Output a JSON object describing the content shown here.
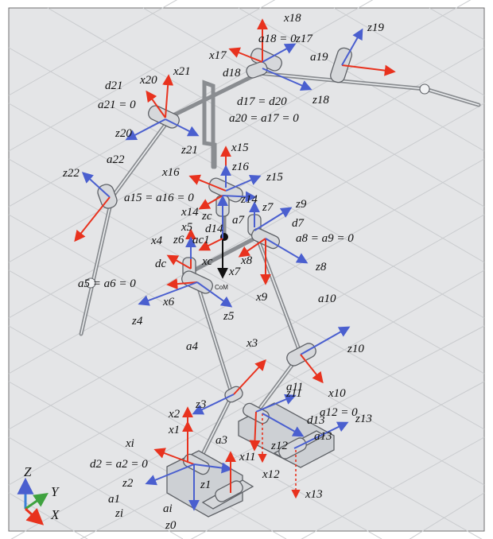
{
  "figure": {
    "labels": {
      "x18": "x18",
      "a18_eq": "a18 = 0",
      "z17": "z17",
      "z19": "z19",
      "x17": "x17",
      "a19": "a19",
      "d18": "d18",
      "z18": "z18",
      "d21": "d21",
      "x20": "x20",
      "x21": "x21",
      "a21_eq": "a21 = 0",
      "d17_eq": "d17 = d20",
      "a20_eq": "a20 = a17 = 0",
      "z20": "z20",
      "z21": "z21",
      "a22": "a22",
      "x15": "x15",
      "z16": "z16",
      "z22": "z22",
      "x16": "x16",
      "z15": "z15",
      "a15_eq": "a15 = a16 = 0",
      "z14": "z14",
      "z7": "z7",
      "z9": "z9",
      "x14": "x14",
      "zc": "zc",
      "a7": "a7",
      "d7": "d7",
      "x5": "x5",
      "d14": "d14",
      "z6": "z6",
      "ac1": "ac1",
      "a8_eq": "a8 = a9 = 0",
      "x4": "x4",
      "x8": "x8",
      "dc": "dc",
      "xc": "xc",
      "x7": "x7",
      "z8": "z8",
      "com": "CoM",
      "a5_eq": "a5 = a6 = 0",
      "x9": "x9",
      "a10": "a10",
      "x6": "x6",
      "z5": "z5",
      "z4": "z4",
      "a4": "a4",
      "x3": "x3",
      "z10": "z10",
      "a11": "a11",
      "z11": "z11",
      "x10": "x10",
      "z3": "z3",
      "x2": "x2",
      "d13": "d13",
      "a12_eq": "a12 = 0",
      "z13": "z13",
      "x1": "x1",
      "a13": "a13",
      "a3": "a3",
      "z12": "z12",
      "xi": "xi",
      "x11": "x11",
      "d2_eq": "d2 = a2 = 0",
      "x12": "x12",
      "z2": "z2",
      "z1": "z1",
      "a1": "a1",
      "x13": "x13",
      "zi": "zi",
      "ai": "ai",
      "z0": "z0"
    },
    "triad": {
      "z": "Z",
      "y": "Y",
      "x": "X"
    },
    "colors": {
      "x_axis": "#e8321e",
      "z_axis": "#4a5fcf",
      "com_axis": "#111111",
      "link": "#8a8d91",
      "background": "#e4e5e7"
    }
  }
}
